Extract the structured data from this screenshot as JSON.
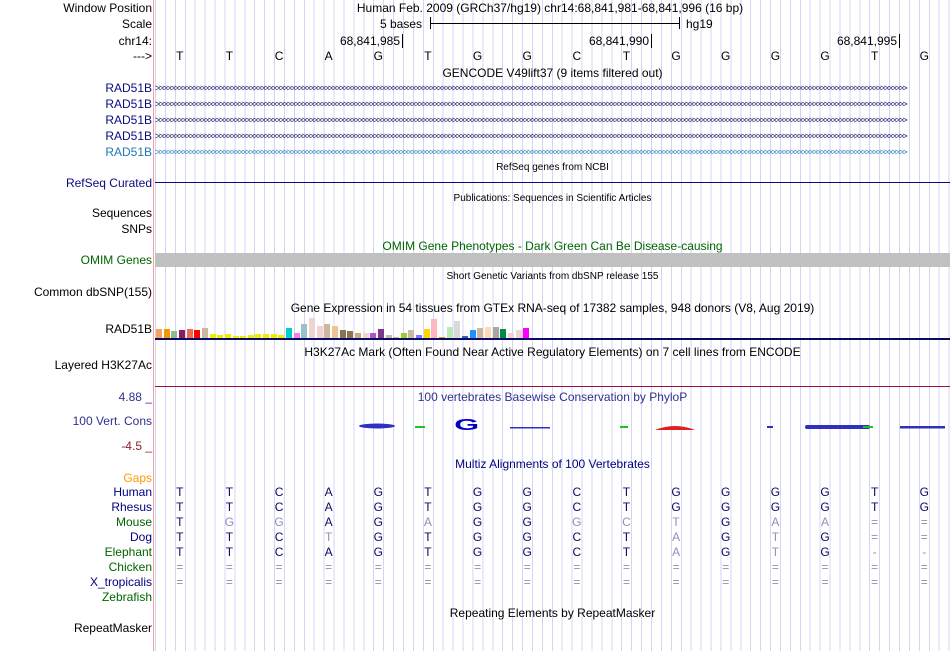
{
  "header": {
    "window_position_label": "Window Position",
    "window_position": "Human Feb. 2009 (GRCh37/hg19)   chr14:68,841,981-68,841,996 (16 bp)",
    "scale_label": "Scale",
    "scale_text": "5 bases",
    "scale_db": "hg19",
    "chrom_label": "chr14:",
    "ticks": [
      "68,841,985",
      "68,841,990",
      "68,841,995"
    ],
    "strand_label": "--->",
    "bases": [
      "T",
      "T",
      "C",
      "A",
      "G",
      "T",
      "G",
      "G",
      "C",
      "T",
      "G",
      "G",
      "G",
      "G",
      "T",
      "G"
    ]
  },
  "gencode": {
    "title": "GENCODE V49lift37 (9 items filtered out)",
    "genes": [
      "RAD51B",
      "RAD51B",
      "RAD51B",
      "RAD51B",
      "RAD51B"
    ]
  },
  "refseq": {
    "title": "RefSeq genes from NCBI",
    "label": "RefSeq Curated"
  },
  "publications": {
    "title": "Publications: Sequences in Scientific Articles",
    "label1": "Sequences",
    "label2": "SNPs"
  },
  "omim": {
    "title": "OMIM Gene Phenotypes - Dark Green Can Be Disease-causing",
    "label": "OMIM Genes"
  },
  "dbsnp": {
    "title": "Short Genetic Variants from dbSNP release 155",
    "label": "Common dbSNP(155)"
  },
  "gtex": {
    "title": "Gene Expression in 54 tissues from GTEx RNA-seq of 17382 samples, 948 donors (V8, Aug 2019)",
    "label": "RAD51B",
    "colors": [
      "#f4a460",
      "#ee9a00",
      "#8fbc8f",
      "#8b1c62",
      "#ee6a50",
      "#ff0000",
      "#cdb79e",
      "#eeee00",
      "#eeee00",
      "#eeee00",
      "#eeee00",
      "#eeee00",
      "#eeee00",
      "#eeee00",
      "#eeee00",
      "#eeee00",
      "#eeee00",
      "#00cdcd",
      "#ee82ee",
      "#9ac0cd",
      "#eed5d2",
      "#eed5d2",
      "#cdb79e",
      "#eec591",
      "#8b7355",
      "#8b7355",
      "#cdaa7d",
      "#eed5d2",
      "#b452cd",
      "#7a378b",
      "#cdb79e",
      "#cdb79e",
      "#9acd32",
      "#cdb79e",
      "#7777ff",
      "#ffd700",
      "#ffb6c1",
      "#cd9b1d",
      "#b4eeb4",
      "#d9d9d9",
      "#3a5fcd",
      "#1e90ff",
      "#cdb79e",
      "#ffdab9",
      "#a6a6a6",
      "#008b45",
      "#eed5d2",
      "#eed5d2",
      "#ff00ff"
    ],
    "values": [
      0.45,
      0.45,
      0.33,
      0.38,
      0.45,
      0.38,
      0.5,
      0.22,
      0.17,
      0.2,
      0.12,
      0.12,
      0.15,
      0.2,
      0.2,
      0.2,
      0.17,
      0.5,
      0.27,
      0.7,
      1.0,
      0.6,
      0.7,
      0.6,
      0.38,
      0.35,
      0.25,
      0.25,
      0.25,
      0.45,
      0.17,
      0.05,
      0.25,
      0.38,
      0.15,
      0.45,
      0.95,
      0.05,
      0.55,
      0.85,
      0.12,
      0.38,
      0.5,
      0.57,
      0.57,
      0.45,
      0.25,
      0.38,
      0.5,
      1.0,
      0.57,
      0.25
    ]
  },
  "h3k27ac": {
    "title": "H3K27Ac Mark (Often Found Near Active Regulatory Elements) on 7 cell lines from ENCODE",
    "label": "Layered H3K27Ac"
  },
  "phylop": {
    "title": "100 vertebrates Basewise Conservation by PhyloP",
    "label": "100 Vert. Cons",
    "max": "4.88 _",
    "min": "-4.5 _"
  },
  "multiz": {
    "title": "Multiz Alignments of 100 Vertebrates",
    "gaps_label": "Gaps",
    "species": [
      {
        "name": "Human",
        "color": "#000080",
        "seq": "TTCAGTGGCTGGGGTG"
      },
      {
        "name": "Rhesus",
        "color": "#000080",
        "seq": "TTCAGTGGCTGGGGTG"
      },
      {
        "name": "Mouse",
        "color": "#006400",
        "seq": "TggAGaGGgctGaa=="
      },
      {
        "name": "Dog",
        "color": "#000080",
        "seq": "TTCtGTGGCTaGtG=="
      },
      {
        "name": "Elephant",
        "color": "#006400",
        "seq": "TTCAGTGGCTaGtG--"
      },
      {
        "name": "Chicken",
        "color": "#006400",
        "seq": "================"
      },
      {
        "name": "X_tropicalis",
        "color": "#000080",
        "seq": "================"
      },
      {
        "name": "Zebrafish",
        "color": "#006400",
        "seq": ""
      }
    ]
  },
  "repeatmasker": {
    "title": "Repeating Elements by RepeatMasker",
    "label": "RepeatMasker"
  }
}
